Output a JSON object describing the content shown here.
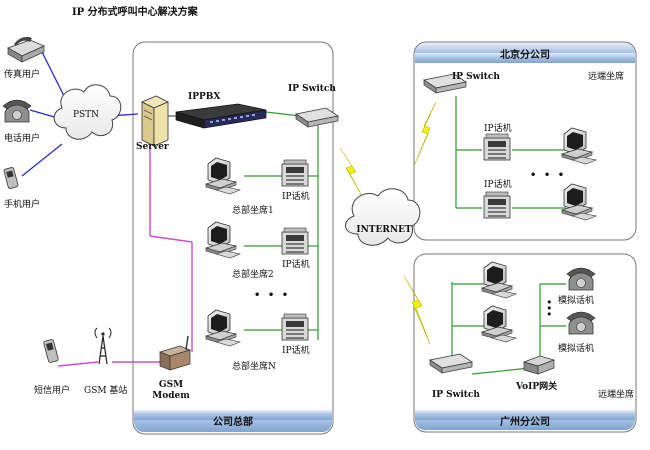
{
  "title": "IP 分布式呼叫中心解决方案",
  "headquarters": {
    "band_label": "公司总部",
    "pbx_label": "IPPBX",
    "server_label": "Server",
    "switch_label": "IP Switch",
    "gsm_modem_label_1": "GSM",
    "gsm_modem_label_2": "Modem",
    "seats": [
      {
        "phone_label": "IP话机",
        "seat_label": "总部坐席1"
      },
      {
        "phone_label": "IP话机",
        "seat_label": "总部坐席2"
      },
      {
        "phone_label": "IP话机",
        "seat_label": "总部坐席N"
      }
    ]
  },
  "external": {
    "pstn_label": "PSTN",
    "fax_user": "传真用户",
    "phone_user": "电话用户",
    "mobile_user": "手机用户",
    "sms_user": "短信用户",
    "gsm_station": "GSM 基站"
  },
  "internet_label": "INTERNET",
  "beijing": {
    "band_label": "北京分公司",
    "switch_label": "IP Switch",
    "remote_label": "远端坐席",
    "phones": [
      "IP话机",
      "IP话机"
    ]
  },
  "guangzhou": {
    "band_label": "广州分公司",
    "switch_label": "IP Switch",
    "gateway_label": "VoIP网关",
    "remote_label": "远端坐席",
    "phones": [
      "模拟话机",
      "模拟话机"
    ]
  },
  "colors": {
    "band_fill": "#8fb2d9",
    "band_fill_light": "#d7e4f3",
    "panel_border": "#777777",
    "lan_link": "#2e9b2e",
    "pstn_link": "#2b2bc8",
    "gsm_link": "#d04bd0",
    "bolt": "#f2ee10"
  }
}
